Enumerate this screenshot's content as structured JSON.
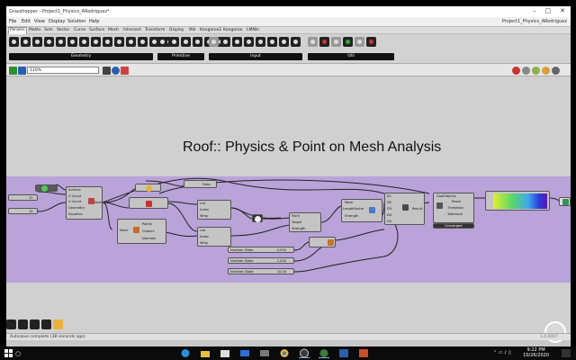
{
  "window": {
    "title": "Grasshopper - Project1_Physics_ARodriguez*",
    "controls": [
      "–",
      "□",
      "✕"
    ],
    "document_title": "Project1_Physics_ARodriguez"
  },
  "menu": [
    "File",
    "Edit",
    "View",
    "Display",
    "Solution",
    "Help"
  ],
  "tabs": [
    "Params",
    "Maths",
    "Sets",
    "Vector",
    "Curve",
    "Surface",
    "Mesh",
    "Intersect",
    "Transform",
    "Display",
    "Wb",
    "Kangaroo2",
    "Kangaroo",
    "LMNts"
  ],
  "active_tab": "Params",
  "ribbon_groups": [
    "Geometry",
    "Primitive",
    "Input",
    "Util"
  ],
  "zoom": "110%",
  "canvas": {
    "heading": "Roof:: Physics & Point on Mesh Analysis",
    "nodes": {
      "surface": [
        "Surface",
        "U Count",
        "V Count",
        "Geometry",
        "Equation",
        "Mesh"
      ],
      "mesh_edges": [
        "Mesh",
        "Points",
        "Colours",
        "Normals"
      ],
      "data": "Data",
      "pull": [
        "List",
        "Index",
        "Wrap"
      ],
      "anchor": [
        "List",
        "Index",
        "Wrap"
      ],
      "goal": [
        "Point",
        "Target",
        "Strength"
      ],
      "mesh_goal": [
        "Mesh",
        "LengthFactor",
        "Strength"
      ],
      "merge": [
        "D1",
        "D2",
        "D3",
        "D4",
        "D5",
        "Result"
      ],
      "solver": [
        "GoalObjects",
        "Reset",
        "Threshold",
        "Tolerance",
        "Converged"
      ],
      "vals": [
        "10",
        "10"
      ]
    },
    "sliders": [
      {
        "label": "Number Slider",
        "value": "0.933"
      },
      {
        "label": "Number Slider",
        "value": "1.000"
      },
      {
        "label": "Number Slider",
        "value": "10.00"
      }
    ]
  },
  "status": {
    "message": "Autosave complete (38 seconds ago)",
    "version": "1.0.0007"
  },
  "taskbar": {
    "time": "9:22 PM",
    "date": "10/26/2020"
  }
}
